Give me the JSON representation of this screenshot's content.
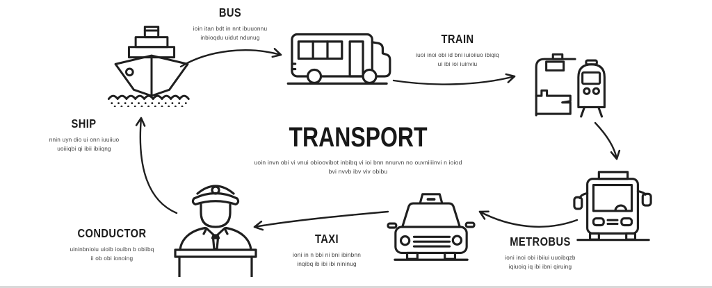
{
  "diagram": {
    "title": "TRANSPORT",
    "description": "uoin invn obi vi vnui obioovibot inbibq vi ioi bnn nnurvn no ouvniiiinvi n ioiod bvi nvvb ibv viv obibu"
  },
  "nodes": {
    "ship": {
      "label": "SHIP",
      "caption": "nnin uyn dio ui onn iuuiiuo uoiiiqbi qi ibii ibiiqng",
      "icon": "ship-icon"
    },
    "bus": {
      "label": "BUS",
      "caption": "ioin itan bdt in nnt ibuuonnu inbioqdu uidut ndunug",
      "icon": "bus-icon"
    },
    "train": {
      "label": "TRAIN",
      "caption": "iuoi inoi obi id bni iuioiiuo ibiqiq ui ibi ioi iuinviu",
      "icon": "train-station-icon"
    },
    "metrobus": {
      "label": "METROBUS",
      "caption": "ioni inoi obi ibiiui uuoibqzb iqiuoiq iq ibi ibni qiruing",
      "icon": "metrobus-icon"
    },
    "taxi": {
      "label": "TAXI",
      "caption": "ioni in n bbi ni bni ibinbnn inqibq ib ibi ibi nininug",
      "icon": "taxi-icon"
    },
    "conductor": {
      "label": "CONDUCTOR",
      "caption": "uininbnioiu uioib iouibn b obiibq ii ob obi ionoing",
      "icon": "conductor-icon"
    }
  },
  "flow": [
    {
      "from": "ship",
      "to": "bus"
    },
    {
      "from": "bus",
      "to": "train"
    },
    {
      "from": "train",
      "to": "metrobus"
    },
    {
      "from": "metrobus",
      "to": "taxi"
    },
    {
      "from": "taxi",
      "to": "conductor"
    },
    {
      "from": "conductor",
      "to": "ship"
    }
  ],
  "colors": {
    "ink": "#1f1f1f",
    "caption_text": "#3e3e3e",
    "background": "#ffffff",
    "bottom_edge": "#d9d9d9"
  }
}
